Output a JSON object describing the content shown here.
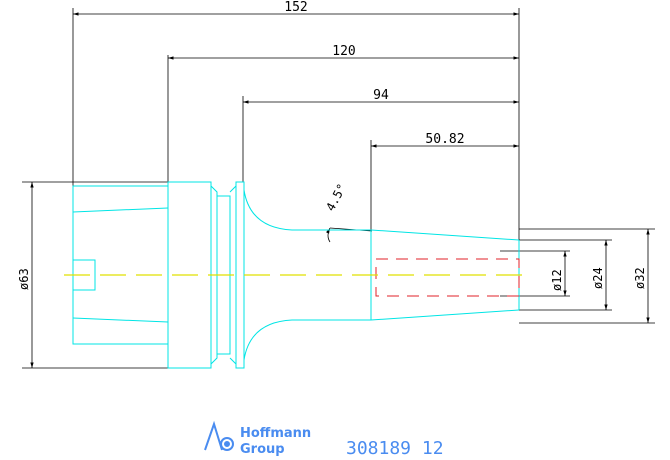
{
  "dimensions": {
    "length_152": "152",
    "length_120": "120",
    "length_94": "94",
    "length_50_82": "50.82",
    "angle": "4.5°",
    "dia_63": "ø63",
    "dia_12": "ø12",
    "dia_24": "ø24",
    "dia_32": "ø32"
  },
  "brand": {
    "line1": "Hoffmann",
    "line2": "Group"
  },
  "part_number": "308189 12",
  "colors": {
    "outline": "#00e5e5",
    "centerline": "#e0e000",
    "hidden_line": "#e0202a",
    "dimension": "#000000",
    "brand": "#4a8cf0"
  }
}
